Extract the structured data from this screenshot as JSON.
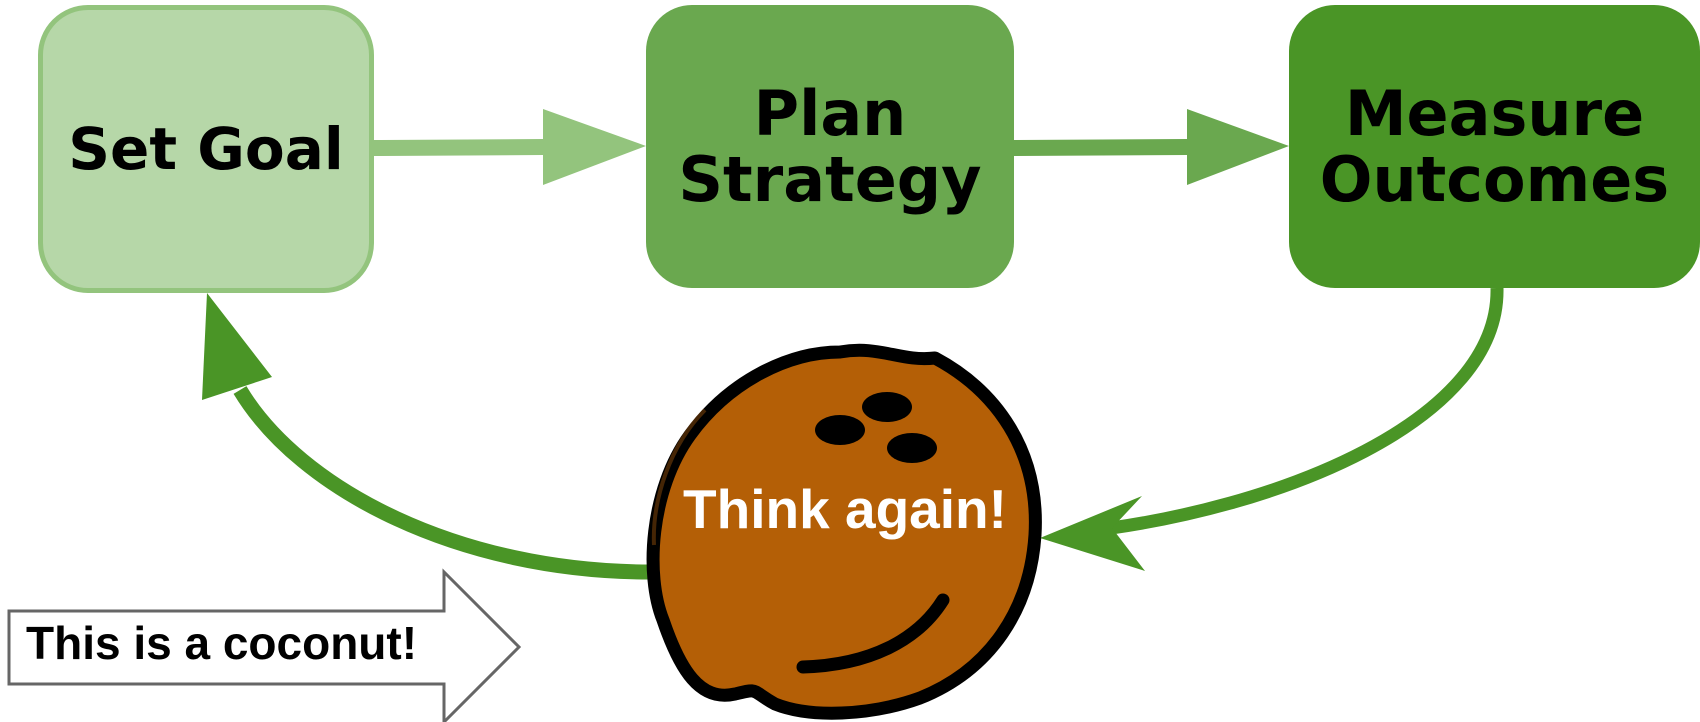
{
  "steps": [
    {
      "id": "set-goal",
      "label": "Set Goal",
      "fill": "#b6d7a8",
      "border": "#93c47d"
    },
    {
      "id": "plan",
      "label": "Plan\nStrategy",
      "fill": "#6aa84f",
      "border": "#6aa84f"
    },
    {
      "id": "measure",
      "label": "Measure\nOutcomes",
      "fill": "#4a9526",
      "border": "#4a9526"
    }
  ],
  "arrows": {
    "set_to_plan_color": "#93c47d",
    "plan_to_measure_color": "#6aa84f",
    "loop_color": "#4a9526"
  },
  "coconut": {
    "label": "Think again!",
    "fill": "#b45f06",
    "outline": "#000000",
    "text_color": "#ffffff"
  },
  "callout": {
    "label": "This is a coconut!",
    "border": "#666666"
  }
}
